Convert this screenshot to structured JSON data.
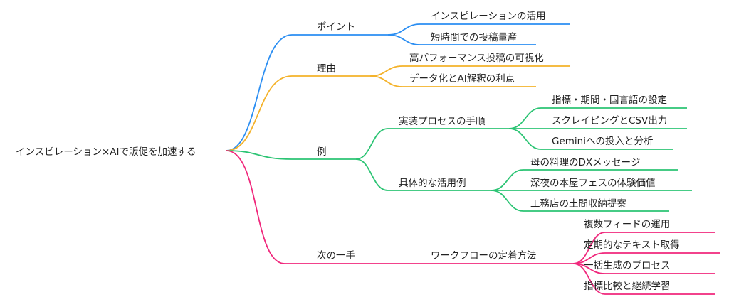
{
  "root": "インスピレーション×AIで販促を加速する",
  "colors": {
    "point": "#2b8ef2",
    "reason": "#f4b22a",
    "example": "#2cc474",
    "next": "#f0287c"
  },
  "branches": {
    "point": {
      "label": "ポイント",
      "children": [
        "インスピレーションの活用",
        "短時間での投稿量産"
      ]
    },
    "reason": {
      "label": "理由",
      "children": [
        "高パフォーマンス投稿の可視化",
        "データ化とAI解釈の利点"
      ]
    },
    "example": {
      "label": "例",
      "impl": {
        "label": "実装プロセスの手順",
        "children": [
          "指標・期間・国言語の設定",
          "スクレイピングとCSV出力",
          "Geminiへの投入と分析"
        ]
      },
      "cases": {
        "label": "具体的な活用例",
        "children": [
          "母の料理のDXメッセージ",
          "深夜の本屋フェスの体験価値",
          "工務店の土間収納提案"
        ]
      }
    },
    "next": {
      "label": "次の一手",
      "workflow": {
        "label": "ワークフローの定着方法",
        "children": [
          "複数フィードの運用",
          "定期的なテキスト取得",
          "一括生成のプロセス",
          "指標比較と継続学習"
        ]
      }
    }
  }
}
